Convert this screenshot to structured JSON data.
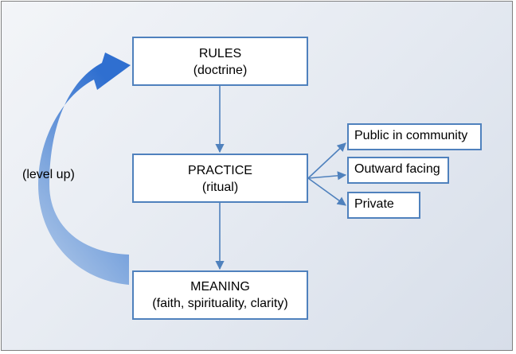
{
  "diagram": {
    "level_up_label": "(level up)",
    "boxes": {
      "rules": {
        "title": "RULES",
        "subtitle": "(doctrine)"
      },
      "practice": {
        "title": "PRACTICE",
        "subtitle": "(ritual)"
      },
      "meaning": {
        "title": "MEANING",
        "subtitle": "(faith, spirituality, clarity)"
      }
    },
    "practice_outcomes": [
      "Public in community",
      "Outward facing",
      "Private"
    ],
    "colors": {
      "box_border": "#4f81bd",
      "connector": "#4f81bd",
      "curved_arrow_light": "#a9c4e8",
      "curved_arrow_dark": "#3a76d2",
      "background": "#e6ebf2"
    }
  }
}
